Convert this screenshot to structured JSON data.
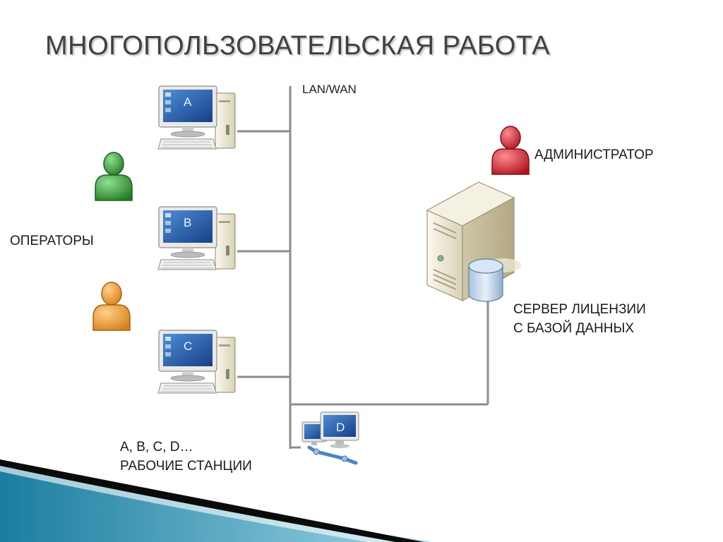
{
  "title": "МНОГОПОЛЬЗОВАТЕЛЬСКАЯ РАБОТА",
  "network_label": "LAN/WAN",
  "operators_label": "ОПЕРАТОРЫ",
  "administrator_label": "АДМИНИСТРАТОР",
  "server_label_line1": "СЕРВЕР ЛИЦЕНЗИИ",
  "server_label_line2": "С БАЗОЙ ДАННЫХ",
  "workstations_label_line1": "A, B, C, D…",
  "workstations_label_line2": "РАБОЧИЕ СТАНЦИИ",
  "workstations": [
    "A",
    "B",
    "C"
  ],
  "remote_workstation": "D",
  "colors": {
    "operator_1": "#3f9a3f",
    "operator_2": "#f0a030",
    "administrator": "#d42a35",
    "network_line": "#8c8c8c",
    "screen": "#1f5aa8",
    "slide_band_dark": "#0a0a0a",
    "slide_band_blue": "#2a8fb0"
  },
  "icons": [
    "desktop-computer-icon",
    "user-icon",
    "server-icon",
    "database-icon",
    "networked-computers-icon"
  ]
}
